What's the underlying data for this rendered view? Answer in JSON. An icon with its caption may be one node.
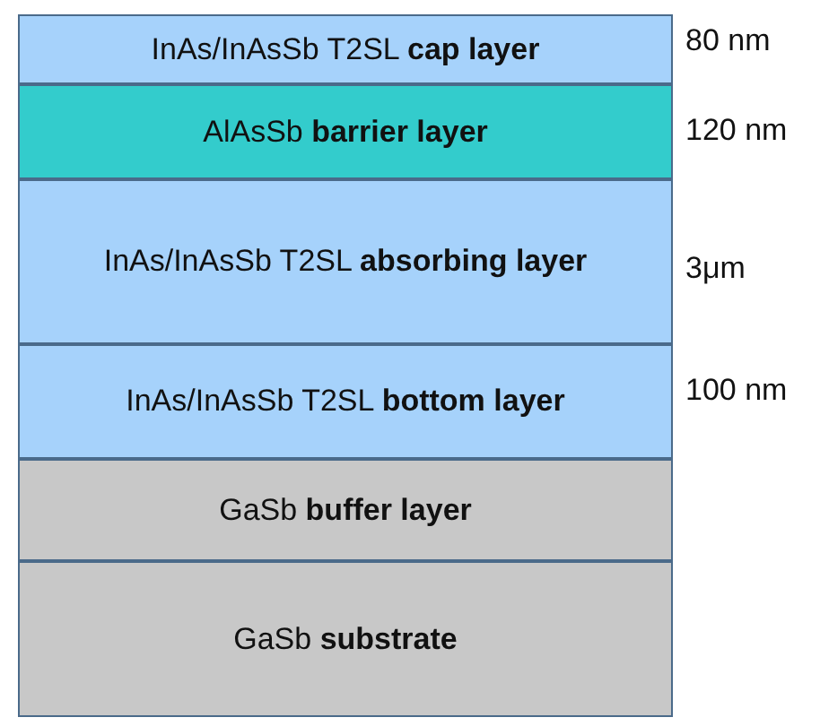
{
  "diagram": {
    "nodes": [
      {
        "text": [
          "InAs/InAsSb T2SL **cap layer**"
        ],
        "beside": [
          "80 nm"
        ]
      },
      {
        "text": [
          "AlAsSb **barrier layer**"
        ],
        "beside": [
          "120 nm"
        ]
      },
      {
        "text": [
          "InAs/InAsSb T2SL **absorbing layer**"
        ],
        "beside": [
          "3μm"
        ]
      },
      {
        "text": [
          "InAs/InAsSb T2SL **bottom layer**"
        ],
        "beside": [
          "100 nm"
        ]
      },
      {
        "text": [
          "GaSb **buffer layer**"
        ]
      },
      {
        "text": [
          "GaSb **substrate**"
        ]
      }
    ]
  }
}
